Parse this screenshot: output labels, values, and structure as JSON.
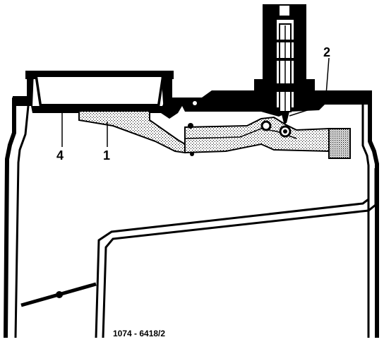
{
  "labels": {
    "part_1": "1",
    "part_2": "2",
    "part_4": "4"
  },
  "figure_ref": "1074 - 6418/2"
}
